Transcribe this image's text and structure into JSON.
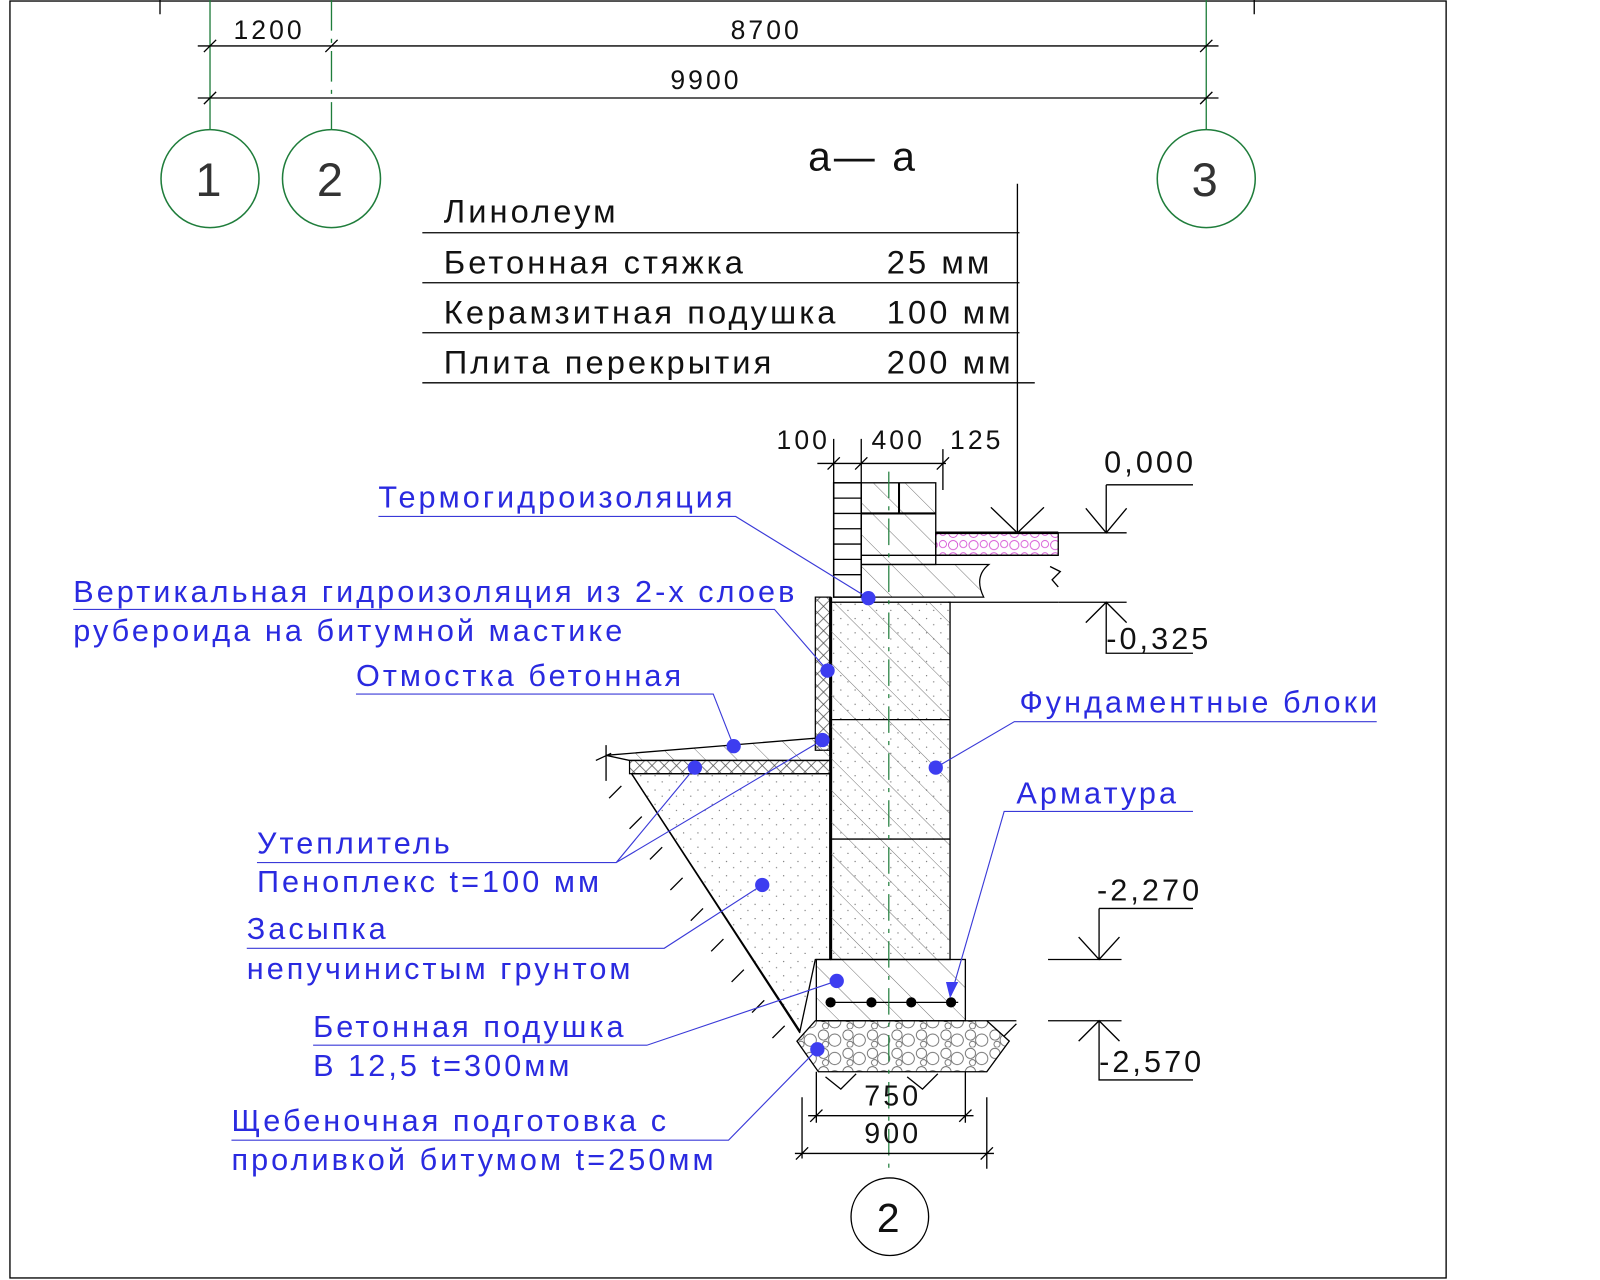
{
  "colors": {
    "lines": "#000000",
    "labels": "#2a2ae0",
    "axes": "#1f7d3b",
    "ceramsite": "#d040d0"
  },
  "dimensions_top": {
    "d1": "1200",
    "d2": "8700",
    "total": "9900"
  },
  "axes": {
    "a1": "1",
    "a2": "2",
    "a3": "3",
    "bottom": "2"
  },
  "section_title": "а— а",
  "floor_layers": [
    {
      "name": "Линолеум",
      "thickness": ""
    },
    {
      "name": "Бетонная стяжка",
      "thickness": "25 мм"
    },
    {
      "name": "Керамзитная подушка",
      "thickness": "100 мм"
    },
    {
      "name": "Плита перекрытия",
      "thickness": "200 мм"
    }
  ],
  "wall_dims": {
    "a": "400",
    "b": "100",
    "c": "125"
  },
  "elevations": {
    "e0": "0,000",
    "e1": "-0,325",
    "e2": "-2,270",
    "e3": "-2,570"
  },
  "bottom_dims": {
    "pad": "750",
    "base": "900"
  },
  "labels": {
    "thermo": "Термогидроизоляция",
    "vert1": "Вертикальная гидроизоляция из 2-х слоев",
    "vert2": "рубероида на битумной мастике",
    "otmostka": "Отмостка бетонная",
    "blocks": "Фундаментные блоки",
    "rebar": "Арматура",
    "insul1": "Утеплитель",
    "insul2": "Пеноплекс    t=100  мм",
    "fill1": "Засыпка",
    "fill2": "непучинистым грунтом",
    "pad1": "Бетонная подушка",
    "pad2": "В 12,5     t=300мм",
    "gravel1": "Щебеночная подготовка   с",
    "gravel2": "проливкой битумом t=250мм"
  }
}
